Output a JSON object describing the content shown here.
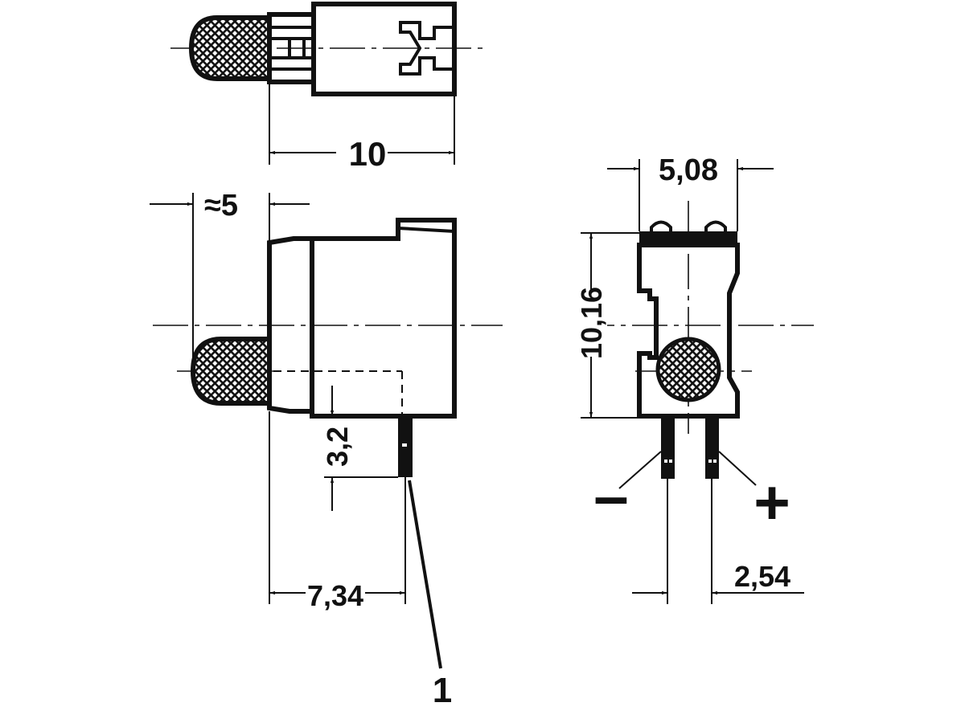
{
  "dimensions": {
    "top_width": "10",
    "protrusion": "≈5",
    "height_step": "3,2",
    "pin_offset": "7,34",
    "pin_pitch_top": "5,08",
    "body_height": "10,16",
    "pin_pitch": "2,54"
  },
  "polarity": {
    "negative": "–",
    "positive": "+"
  },
  "callout": "1",
  "colors": {
    "line": "#111111",
    "background": "#ffffff"
  }
}
